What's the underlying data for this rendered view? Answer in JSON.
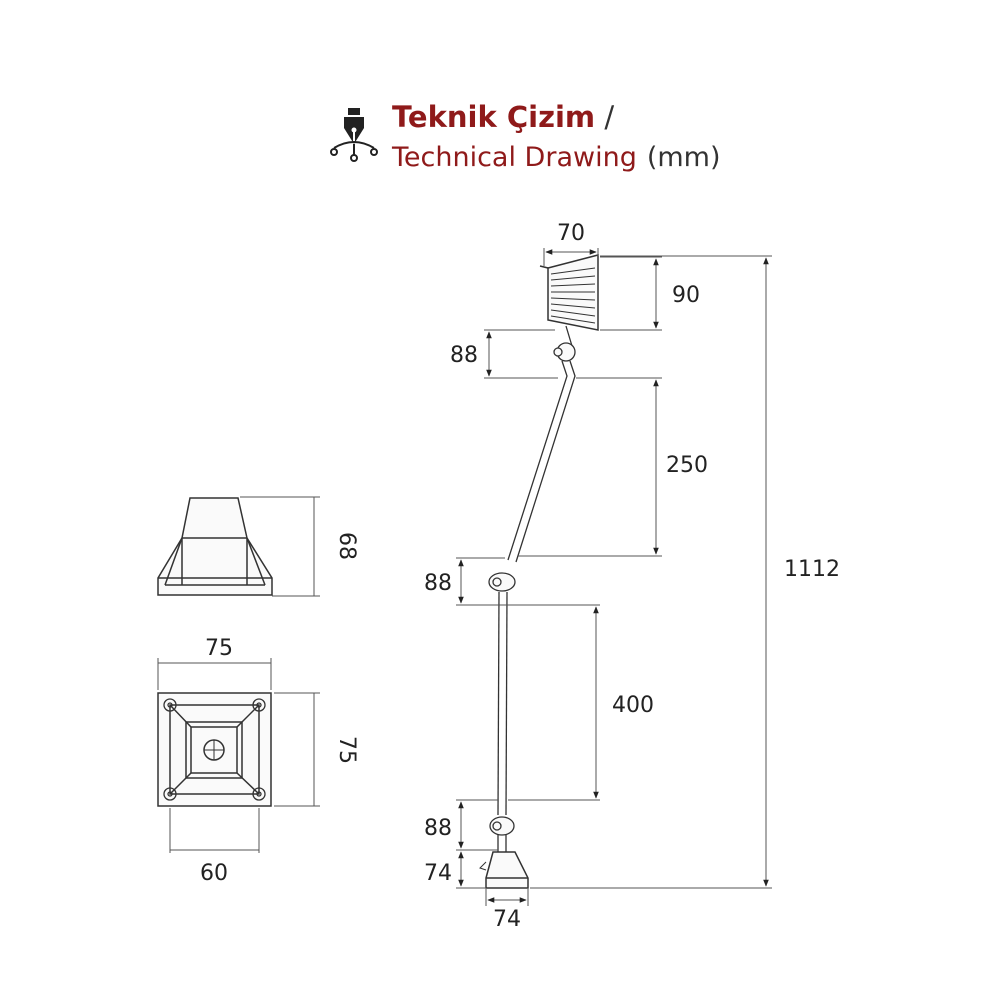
{
  "header": {
    "title_tr": "Teknik Çizim",
    "title_slash": "/",
    "title_en": "Technical Drawing",
    "unit": "(mm)",
    "icon": "pen-nib-icon"
  },
  "colors": {
    "accent": "#8f1a1a",
    "line": "#333333",
    "text": "#222222"
  },
  "dimensions": {
    "lamp_head_width": "70",
    "lamp_head_height": "90",
    "joint_top": "88",
    "arm_upper": "250",
    "joint_middle": "88",
    "arm_lower": "400",
    "joint_bottom": "88",
    "base_height": "74",
    "base_width": "74",
    "total_height": "1112",
    "base_side_height": "68",
    "base_plate_width": "75",
    "base_plate_depth": "75",
    "base_hole_spacing": "60"
  }
}
